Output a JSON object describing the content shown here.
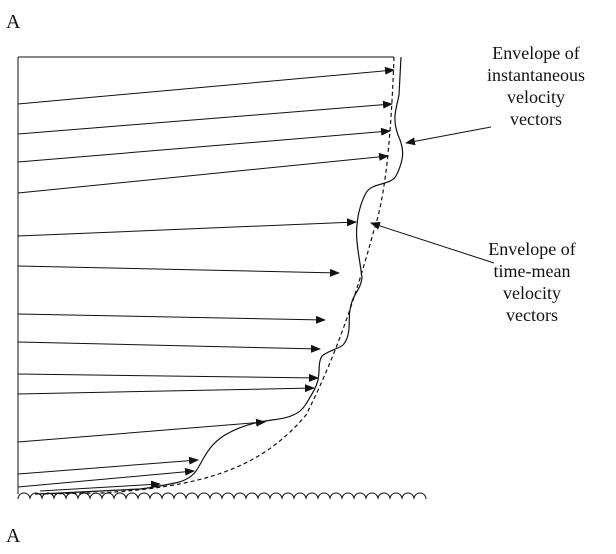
{
  "section_label_top": "A",
  "section_label_bottom": "A",
  "annotations": {
    "instantaneous": [
      "Envelope of",
      "instantaneous",
      "velocity",
      "vectors"
    ],
    "time_mean": [
      "Envelope of",
      "time-mean",
      "velocity",
      "vectors"
    ]
  },
  "colors": {
    "ink": "#111111",
    "background": "#ffffff"
  }
}
